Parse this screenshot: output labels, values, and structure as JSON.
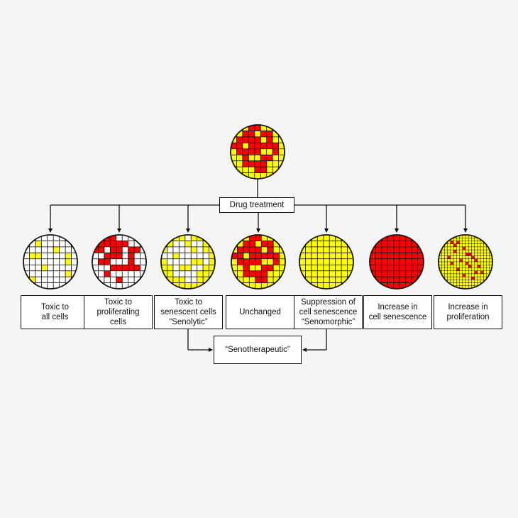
{
  "drug_treatment": "Drug treatment",
  "senotherapeutic": "“Senotherapeutic”",
  "outcomes": [
    {
      "lines": [
        "Toxic to",
        "all cells"
      ]
    },
    {
      "lines": [
        "Toxic to",
        "proliferating",
        "cells"
      ]
    },
    {
      "lines": [
        "Toxic to",
        "senescent cells",
        "“Senolytic”"
      ]
    },
    {
      "lines": [
        "Unchanged"
      ]
    },
    {
      "lines": [
        "Suppression of",
        "cell senescence",
        "“Senomorphic”"
      ]
    },
    {
      "lines": [
        "Increase in",
        "cell senescence"
      ]
    },
    {
      "lines": [
        "Increase in",
        "proliferation"
      ]
    }
  ],
  "colors": {
    "senescent_cell": "#ffff00",
    "proliferating_cell": "#ff0000",
    "dead_cell": "#ffffff",
    "grid_line": "#000000"
  }
}
